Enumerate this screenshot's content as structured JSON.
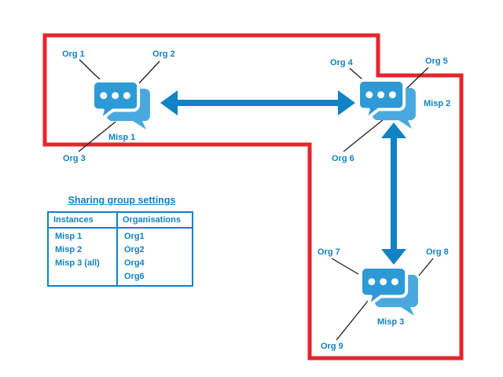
{
  "nodes": {
    "misp1": {
      "label": "Misp 1",
      "icon": "chat-bubbles-icon"
    },
    "misp2": {
      "label": "Misp 2",
      "icon": "chat-bubbles-icon"
    },
    "misp3": {
      "label": "Misp 3",
      "icon": "chat-bubbles-icon"
    }
  },
  "orgs": {
    "org1": "Org 1",
    "org2": "Org 2",
    "org3": "Org 3",
    "org4": "Org 4",
    "org5": "Org 5",
    "org6": "Org 6",
    "org7": "Org 7",
    "org8": "Org 8",
    "org9": "Org 9"
  },
  "table": {
    "title": "Sharing group settings",
    "columns": [
      "Instances",
      "Organisations"
    ],
    "instances": [
      "Misp 1",
      "Misp 2",
      "Misp 3 (all)"
    ],
    "organisations": [
      "Org1",
      "Org2",
      "Org4",
      "Org6"
    ]
  },
  "colors": {
    "accent_blue": "#1182C4",
    "arrow_blue": "#1182C4",
    "icon_blue": "#2D9AD5",
    "icon_blue_light": "#49A9DF",
    "boundary_red": "#E8252B"
  }
}
